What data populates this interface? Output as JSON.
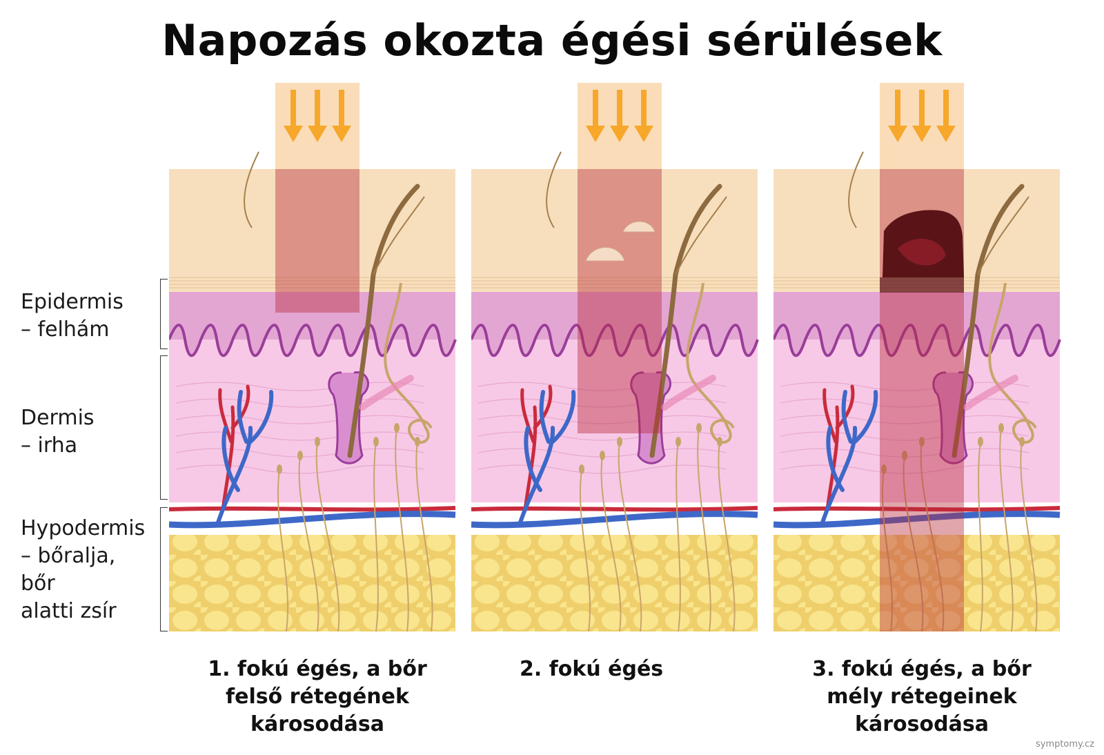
{
  "title": "Napozás okozta égési sérülések",
  "layers": [
    {
      "id": "epidermis",
      "lines": [
        "Epidermis",
        "– felhám"
      ]
    },
    {
      "id": "dermis",
      "lines": [
        "Dermis",
        "– irha"
      ]
    },
    {
      "id": "hypodermis",
      "lines": [
        "Hypodermis",
        "– bőralja,",
        "bőr",
        "alatti zsír"
      ]
    }
  ],
  "panels": [
    {
      "id": "first-degree",
      "caption": [
        "1. fokú égés, a bőr",
        "felső rétegének",
        "károsodása"
      ],
      "burn_depth": "epidermis"
    },
    {
      "id": "second-degree",
      "caption": [
        "2. fokú égés"
      ],
      "burn_depth": "dermis"
    },
    {
      "id": "third-degree",
      "caption": [
        "3. fokú égés, a bőr",
        "mély rétegeinek",
        "károsodása"
      ],
      "burn_depth": "hypodermis"
    }
  ],
  "icons": [
    "sun-ray-arrow-icon"
  ],
  "colors": {
    "sun_beam": "#f9d9b0",
    "arrow": "#f7a72a",
    "stratum": "#f7dfbd",
    "epidermis": "#e3a6d2",
    "dermis": "#f7c9e6",
    "fat": "#efcf6c",
    "artery": "#c92b3c",
    "vein": "#3e68c8",
    "burn": "#b8283a",
    "scab": "#5a1418"
  },
  "watermark": "symptomy.cz"
}
